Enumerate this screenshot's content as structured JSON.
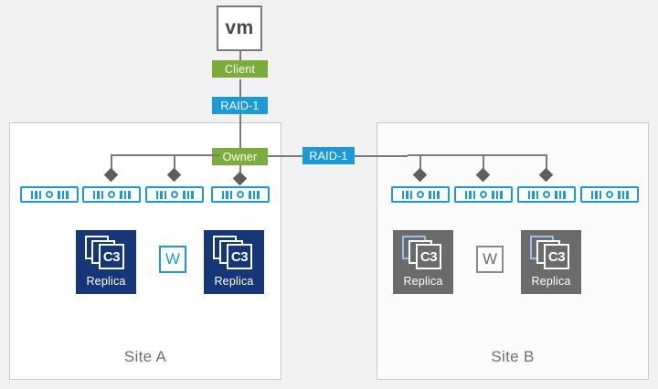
{
  "diagram": {
    "title_nodes": {
      "vm": "vm",
      "client": "Client",
      "raid_top": "RAID-1",
      "owner": "Owner",
      "raid_mid": "RAID-1"
    },
    "colors": {
      "green": "#7cac3b",
      "blue": "#1b9ad7",
      "replica_active": "#15377a",
      "replica_inactive": "#6b6b6b",
      "line": "#7a7a7a",
      "background": "#f2f2f2"
    },
    "sites": [
      {
        "id": "site-a",
        "label": "Site A",
        "active": true,
        "disks": [
          {
            "connected": false
          },
          {
            "connected": true
          },
          {
            "connected": true
          },
          {
            "connected": true
          }
        ],
        "components": [
          {
            "type": "replica",
            "label": "Replica",
            "badge": "C3",
            "active": true
          },
          {
            "type": "witness",
            "label": "W",
            "active": true
          },
          {
            "type": "replica",
            "label": "Replica",
            "badge": "C3",
            "active": true
          }
        ]
      },
      {
        "id": "site-b",
        "label": "Site B",
        "active": false,
        "disks": [
          {
            "connected": true
          },
          {
            "connected": true
          },
          {
            "connected": true
          },
          {
            "connected": false
          }
        ],
        "components": [
          {
            "type": "replica",
            "label": "Replica",
            "badge": "C3",
            "active": false
          },
          {
            "type": "witness",
            "label": "W",
            "active": false
          },
          {
            "type": "replica",
            "label": "Replica",
            "badge": "C3",
            "active": false
          }
        ]
      }
    ]
  }
}
